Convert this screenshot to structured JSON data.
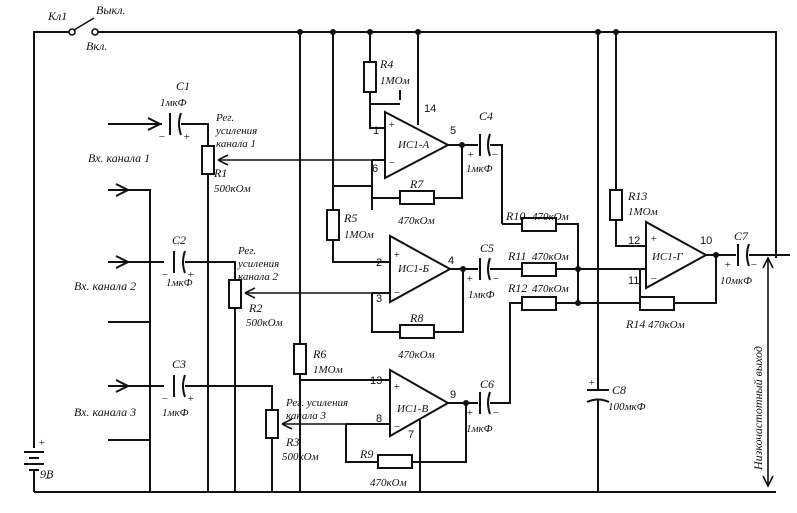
{
  "switch": {
    "name": "Кл1",
    "off": "Выкл.",
    "on": "Вкл."
  },
  "battery": {
    "label": "9В"
  },
  "inputs": [
    "Вх. канала 1",
    "Вх. канала 2",
    "Вх. канала 3"
  ],
  "output_label": "Низкочастотный выход",
  "control_labels": [
    [
      "Рег.",
      "усиления",
      "канала 1"
    ],
    [
      "Рег.",
      "усиления",
      "канала 2"
    ],
    [
      "Рег. усиления",
      "канала 3"
    ]
  ],
  "capacitors": {
    "C1": {
      "name": "C1",
      "value": "1мкФ"
    },
    "C2": {
      "name": "C2",
      "value": "1мкФ"
    },
    "C3": {
      "name": "C3",
      "value": "1мкФ"
    },
    "C4": {
      "name": "C4",
      "value": "1мкФ"
    },
    "C5": {
      "name": "C5",
      "value": "1мкФ"
    },
    "C6": {
      "name": "C6",
      "value": "1мкФ"
    },
    "C7": {
      "name": "C7",
      "value": "10мкФ"
    },
    "C8": {
      "name": "C8",
      "value": "100мкФ"
    }
  },
  "resistors": {
    "R1": {
      "name": "R1",
      "value": "500кОм"
    },
    "R2": {
      "name": "R2",
      "value": "500кОм"
    },
    "R3": {
      "name": "R3",
      "value": "500кОм"
    },
    "R4": {
      "name": "R4",
      "value": "1МОм"
    },
    "R5": {
      "name": "R5",
      "value": "1МОм"
    },
    "R6": {
      "name": "R6",
      "value": "1МОм"
    },
    "R7": {
      "name": "R7",
      "value": "470кОм"
    },
    "R8": {
      "name": "R8",
      "value": "470кОм"
    },
    "R9": {
      "name": "R9",
      "value": "470кОм"
    },
    "R10": {
      "name": "R10",
      "value": "470кОм"
    },
    "R11": {
      "name": "R11",
      "value": "470кОм"
    },
    "R12": {
      "name": "R12",
      "value": "470кОм"
    },
    "R13": {
      "name": "R13",
      "value": "1МОм"
    },
    "R14": {
      "name": "R14",
      "value": "470кОм"
    }
  },
  "opamps": {
    "A": {
      "name": "ИС1-А",
      "pins": {
        "pos": "1",
        "neg": "6",
        "out": "5",
        "pwr": "14"
      }
    },
    "B": {
      "name": "ИС1-Б",
      "pins": {
        "pos": "2",
        "neg": "3",
        "out": "4"
      }
    },
    "V": {
      "name": "ИС1-В",
      "pins": {
        "pos": "13",
        "neg": "8",
        "out": "9",
        "gnd": "7"
      }
    },
    "G": {
      "name": "ИС1-Г",
      "pins": {
        "pos": "12",
        "neg": "11",
        "out": "10"
      }
    }
  },
  "signs": {
    "plus": "+",
    "minus": "−"
  }
}
